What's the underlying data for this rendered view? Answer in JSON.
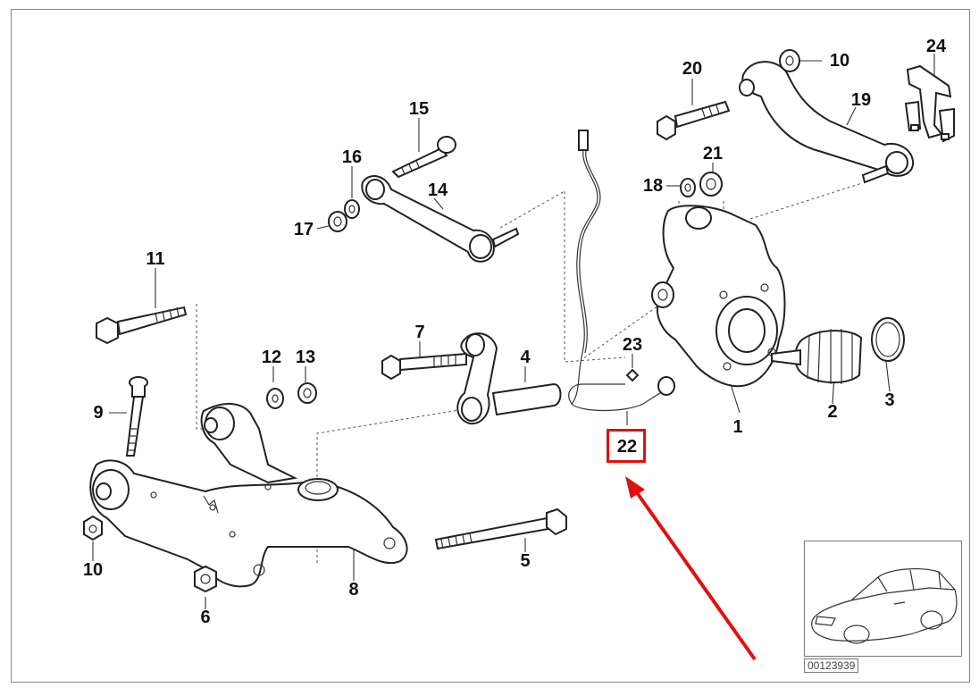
{
  "diagram": {
    "labels": {
      "p1": "1",
      "p2": "2",
      "p3": "3",
      "p4": "4",
      "p5": "5",
      "p6": "6",
      "p7": "7",
      "p8": "8",
      "p9": "9",
      "p10a": "10",
      "p10b": "10",
      "p11": "11",
      "p12": "12",
      "p13": "13",
      "p14": "14",
      "p15": "15",
      "p16": "16",
      "p17": "17",
      "p18": "18",
      "p19": "19",
      "p20": "20",
      "p21": "21",
      "p22": "22",
      "p23": "23",
      "p24": "24"
    },
    "highlighted_part": "22",
    "highlight_color": "#e01010",
    "diagram_code": "00123939"
  }
}
